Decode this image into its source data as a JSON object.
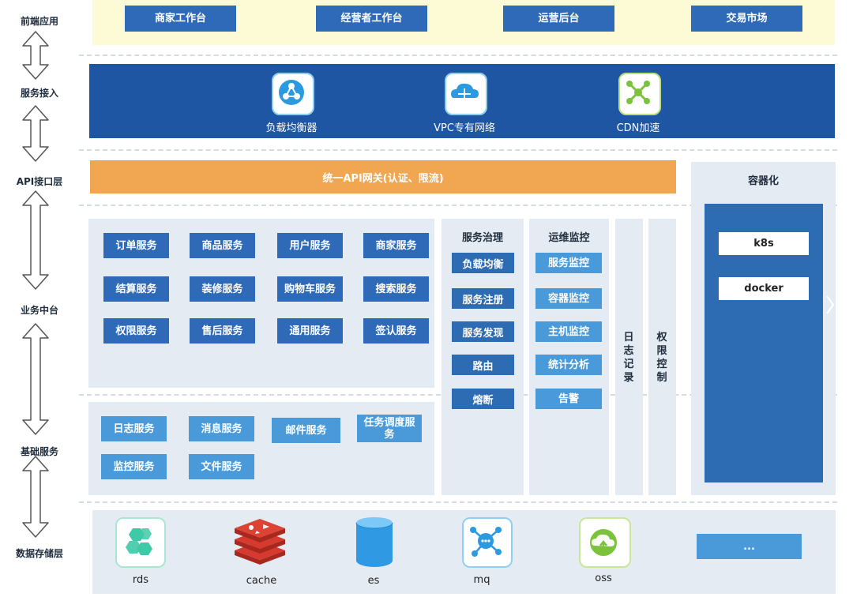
{
  "layers": {
    "frontend": "前端应用",
    "access": "服务接入",
    "api": "API接口层",
    "business": "业务中台",
    "base": "基础服务",
    "storage": "数据存储层"
  },
  "frontend_apps": [
    "商家工作台",
    "经营者工作台",
    "运营后台",
    "交易市场"
  ],
  "access_services": [
    {
      "label": "负载均衡器",
      "icon": "load-balancer-icon"
    },
    {
      "label": "VPC专有网络",
      "icon": "cloud-network-icon"
    },
    {
      "label": "CDN加速",
      "icon": "cdn-icon"
    }
  ],
  "api_gateway": "统一API网关(认证、限流)",
  "business_services": [
    "订单服务",
    "商品服务",
    "用户服务",
    "商家服务",
    "结算服务",
    "装修服务",
    "购物车服务",
    "搜索服务",
    "权限服务",
    "售后服务",
    "通用服务",
    "签认服务"
  ],
  "base_services": [
    "日志服务",
    "消息服务",
    "邮件服务",
    "任务调度服务",
    "监控服务",
    "文件服务"
  ],
  "governance": {
    "title": "服务治理",
    "items": [
      "负载均衡",
      "服务注册",
      "服务发现",
      "路由",
      "熔断"
    ]
  },
  "monitoring": {
    "title": "运维监控",
    "items": [
      "服务监控",
      "容器监控",
      "主机监控",
      "统计分析",
      "告警"
    ]
  },
  "logging": "日志记录",
  "access_control": "权限控制",
  "containerization": {
    "title": "容器化",
    "items": [
      "k8s",
      "docker"
    ]
  },
  "storage": [
    {
      "label": "rds",
      "icon": "rds-icon"
    },
    {
      "label": "cache",
      "icon": "redis-icon"
    },
    {
      "label": "es",
      "icon": "cylinder-icon"
    },
    {
      "label": "mq",
      "icon": "mq-icon"
    },
    {
      "label": "oss",
      "icon": "oss-cloud-icon"
    }
  ],
  "storage_more": "...",
  "colors": {
    "frontend_bg": "#fdfbd5",
    "access_bg": "#1f56a3",
    "gateway": "#f1a752",
    "panel": "#e4ebf3",
    "container_inner": "#2d6bb3"
  }
}
